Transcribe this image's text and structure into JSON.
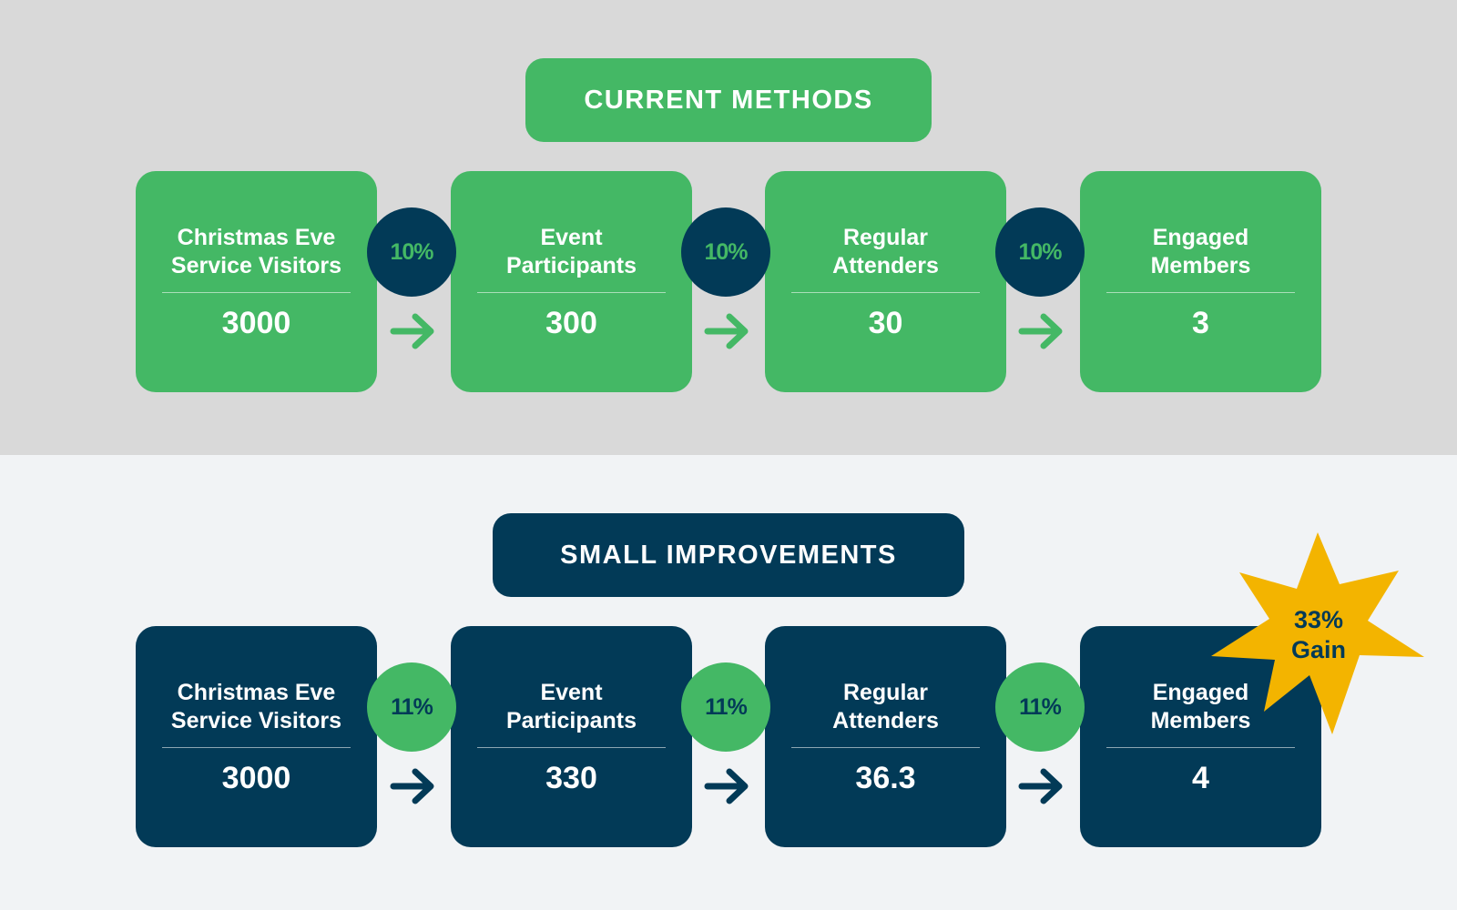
{
  "colors": {
    "green": "#44b865",
    "navy": "#023a57",
    "gold": "#f3b400",
    "top_background": "#d9d9d9",
    "bottom_background": "#f1f3f5"
  },
  "arrow_icon": "arrow-right-icon",
  "current": {
    "title": "CURRENT METHODS",
    "stages": [
      {
        "label_line1": "Christmas Eve",
        "label_line2": "Service Visitors",
        "value": "3000"
      },
      {
        "label_line1": "Event",
        "label_line2": "Participants",
        "value": "300"
      },
      {
        "label_line1": "Regular",
        "label_line2": "Attenders",
        "value": "30"
      },
      {
        "label_line1": "Engaged",
        "label_line2": "Members",
        "value": "3"
      }
    ],
    "rates": [
      "10%",
      "10%",
      "10%"
    ]
  },
  "improved": {
    "title": "SMALL IMPROVEMENTS",
    "stages": [
      {
        "label_line1": "Christmas Eve",
        "label_line2": "Service Visitors",
        "value": "3000"
      },
      {
        "label_line1": "Event",
        "label_line2": "Participants",
        "value": "330"
      },
      {
        "label_line1": "Regular",
        "label_line2": "Attenders",
        "value": "36.3"
      },
      {
        "label_line1": "Engaged",
        "label_line2": "Members",
        "value": "4"
      }
    ],
    "rates": [
      "11%",
      "11%",
      "11%"
    ],
    "badge": {
      "line1": "33%",
      "line2": "Gain",
      "icon": "star-burst-icon"
    }
  }
}
